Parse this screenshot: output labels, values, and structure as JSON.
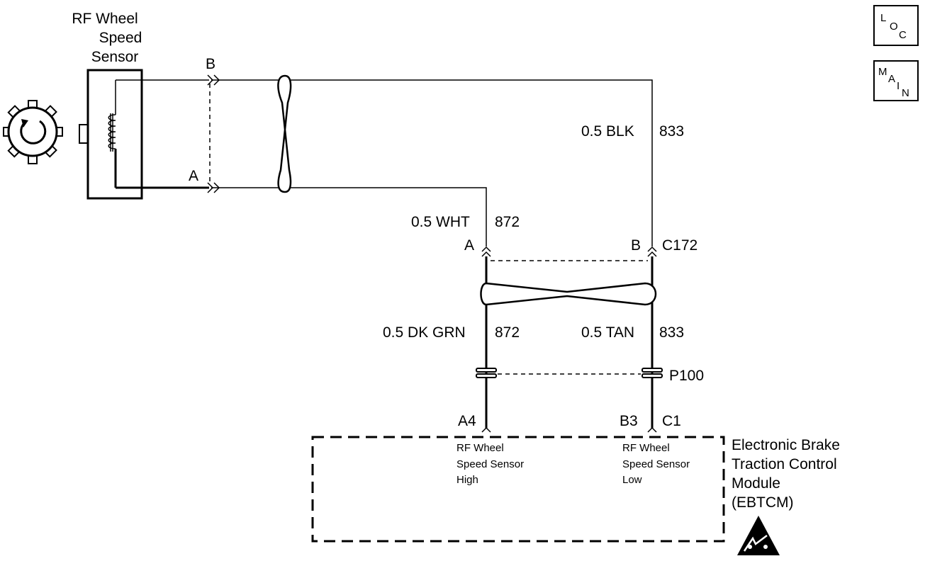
{
  "sensor": {
    "title_line1": "RF Wheel",
    "title_line2": "Speed",
    "title_line3": "Sensor",
    "pin_a": "A",
    "pin_b": "B"
  },
  "nav": {
    "loc": {
      "l": "L",
      "o": "O",
      "c": "C"
    },
    "main": {
      "m": "M",
      "a": "A",
      "i": "I",
      "n": "N"
    }
  },
  "wires": {
    "blk": {
      "size_color": "0.5 BLK",
      "circuit": "833"
    },
    "wht": {
      "size_color": "0.5 WHT",
      "circuit": "872"
    },
    "dkgrn": {
      "size_color": "0.5 DK GRN",
      "circuit": "872"
    },
    "tan": {
      "size_color": "0.5 TAN",
      "circuit": "833"
    }
  },
  "connectors": {
    "c172": {
      "name": "C172",
      "pin_a": "A",
      "pin_b": "B"
    },
    "p100": {
      "name": "P100"
    },
    "module_pins": {
      "high": "A4",
      "low": "B3",
      "conn": "C1"
    }
  },
  "module": {
    "name_line1": "Electronic Brake",
    "name_line2": "Traction Control",
    "name_line3": "Module",
    "name_line4": "(EBTCM)",
    "high_line1": "RF Wheel",
    "high_line2": "Speed Sensor",
    "high_line3": "High",
    "low_line1": "RF Wheel",
    "low_line2": "Speed Sensor",
    "low_line3": "Low"
  }
}
